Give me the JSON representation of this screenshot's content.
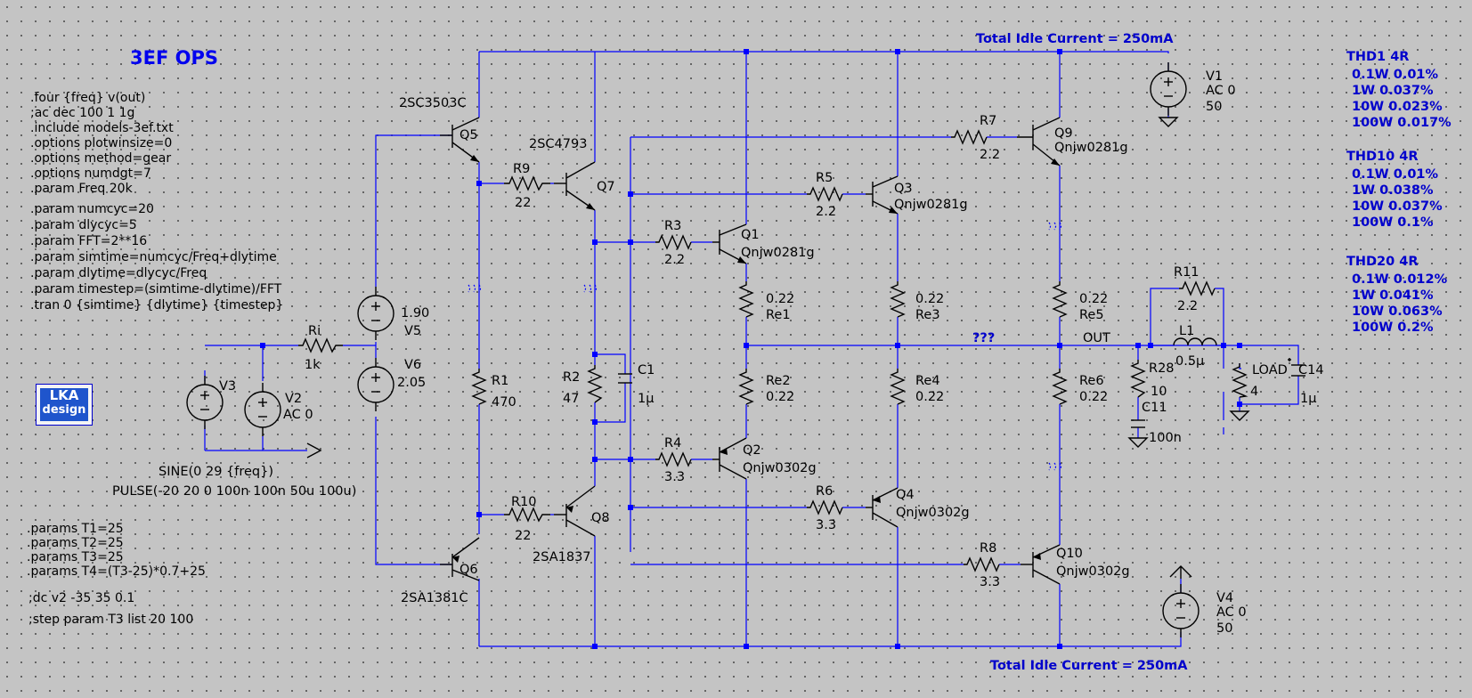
{
  "title": "3EF OPS",
  "directives": [
    ".four {freq} v(out)",
    ";ac dec 100 1 1g",
    ".include models-3ef.txt",
    ".options plotwinsize=0",
    ".options method=gear",
    ".options numdgt=7",
    ".param Freq 20k",
    ".param numcyc=20",
    ".param dlycyc=5",
    ".param FFT=2**16",
    ".param simtime=numcyc/Freq+dlytime",
    ".param dlytime=dlycyc/Freq",
    ".param timestep=(simtime-dlytime)/FFT",
    ".tran 0 {simtime} {dlytime} {timestep}"
  ],
  "params": [
    ".params T1=25",
    ".params T2=25",
    ".params T3=25",
    ".params T4=(T3-25)*0.7+25"
  ],
  "dc_line": ";dc v2 -35 35 0.1",
  "step_line": ";step param T3 list 20 100",
  "logo": {
    "line1": "LKA",
    "line2": "design"
  },
  "idle_top": "Total Idle Current = 250mA",
  "idle_bottom": "Total Idle Current = 250mA",
  "thd": [
    {
      "title": "THD1 4R",
      "rows": [
        "0.1W  0.01%",
        "1W    0.037%",
        "10W   0.023%",
        "100W 0.017%"
      ]
    },
    {
      "title": "THD10 4R",
      "rows": [
        "0.1W  0.01%",
        "1W    0.038%",
        "10W   0.037%",
        "100W  0.1%"
      ]
    },
    {
      "title": "THD20 4R",
      "rows": [
        "0.1W  0.012%",
        "1W    0.041%",
        "10W   0.063%",
        "100W  0.2%"
      ]
    }
  ],
  "sources": {
    "v1": {
      "name": "V1",
      "l1": "AC 0",
      "l2": "50"
    },
    "v4": {
      "name": "V4",
      "l1": "AC 0",
      "l2": "50"
    },
    "v2": {
      "name": "V2",
      "l1": "AC 0"
    },
    "v3": {
      "name": "V3"
    },
    "v5": {
      "name": "V5",
      "value": "1.90"
    },
    "v6": {
      "name": "V6",
      "value": "2.05"
    },
    "sine": "SINE(0 29 {freq})",
    "pulse": "PULSE(-20 20 0 100n 100n 50u 100u)"
  },
  "transistors": {
    "q5": {
      "name": "Q5",
      "model": "2SC3503C"
    },
    "q6": {
      "name": "Q6",
      "model": "2SA1381C"
    },
    "q7": {
      "name": "Q7",
      "model": "2SC4793"
    },
    "q8": {
      "name": "Q8",
      "model": "2SA1837"
    },
    "q1": {
      "name": "Q1",
      "model": "Qnjw0281g"
    },
    "q2": {
      "name": "Q2",
      "model": "Qnjw0302g"
    },
    "q3": {
      "name": "Q3",
      "model": "Qnjw0281g"
    },
    "q4": {
      "name": "Q4",
      "model": "Qnjw0302g"
    },
    "q9": {
      "name": "Q9",
      "model": "Qnjw0281g"
    },
    "q10": {
      "name": "Q10",
      "model": "Qnjw0302g"
    }
  },
  "resistors": {
    "ri": {
      "name": "Ri",
      "value": "1k"
    },
    "r1": {
      "name": "R1",
      "value": "470"
    },
    "r2": {
      "name": "R2",
      "value": "47"
    },
    "r3": {
      "name": "R3",
      "value": "2.2"
    },
    "r4": {
      "name": "R4",
      "value": "3.3"
    },
    "r5": {
      "name": "R5",
      "value": "2.2"
    },
    "r6": {
      "name": "R6",
      "value": "3.3"
    },
    "r7": {
      "name": "R7",
      "value": "2.2"
    },
    "r8": {
      "name": "R8",
      "value": "3.3"
    },
    "r9": {
      "name": "R9",
      "value": "22"
    },
    "r10": {
      "name": "R10",
      "value": "22"
    },
    "r11": {
      "name": "R11",
      "value": "2.2"
    },
    "r28": {
      "name": "R28",
      "value": "10"
    },
    "re1": {
      "name": "Re1",
      "value": "0.22"
    },
    "re2": {
      "name": "Re2",
      "value": "0.22"
    },
    "re3": {
      "name": "Re3",
      "value": "0.22"
    },
    "re4": {
      "name": "Re4",
      "value": "0.22"
    },
    "re5": {
      "name": "Re5",
      "value": "0.22"
    },
    "re6": {
      "name": "Re6",
      "value": "0.22"
    },
    "load": {
      "name": "LOAD",
      "value": "4"
    }
  },
  "capacitors": {
    "c1": {
      "name": "C1",
      "value": "1µ"
    },
    "c11": {
      "name": "C11",
      "value": "100n"
    },
    "c14": {
      "name": "C14",
      "value": "1µ"
    }
  },
  "inductors": {
    "l1": {
      "name": "L1",
      "value": "0.5µ"
    }
  },
  "net_labels": {
    "out": "OUT",
    "unknown": "???"
  },
  "colors": {
    "background": "#c4c4c4",
    "wire": "#0000ff",
    "component": "#000000",
    "text_blue": "#0000cc"
  }
}
